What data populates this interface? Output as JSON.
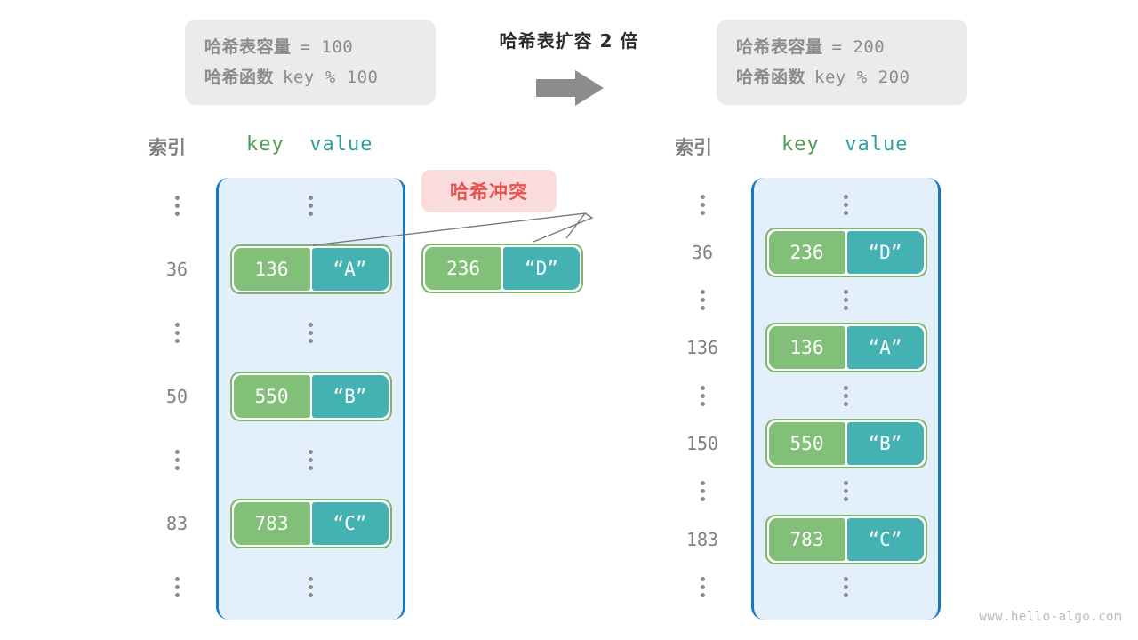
{
  "center": {
    "title": "哈希表扩容 2 倍",
    "arrow_icon": "arrow-right-icon"
  },
  "info_left": {
    "capacity_label": "哈希表容量",
    "capacity_value": "= 100",
    "hashfn_label": "哈希函数",
    "hashfn_value": "key % 100"
  },
  "info_right": {
    "capacity_label": "哈希表容量",
    "capacity_value": "= 200",
    "hashfn_label": "哈希函数",
    "hashfn_value": "key % 200"
  },
  "headers": {
    "index": "索引",
    "key": "key",
    "value": "value"
  },
  "collision": {
    "label": "哈希冲突"
  },
  "table_left": {
    "rows": [
      {
        "index": "",
        "dots": true,
        "key": "",
        "value": ""
      },
      {
        "index": "36",
        "dots": false,
        "key": "136",
        "value": "“A”"
      },
      {
        "index": "",
        "dots": true,
        "key": "",
        "value": ""
      },
      {
        "index": "50",
        "dots": false,
        "key": "550",
        "value": "“B”"
      },
      {
        "index": "",
        "dots": true,
        "key": "",
        "value": ""
      },
      {
        "index": "83",
        "dots": false,
        "key": "783",
        "value": "“C”"
      },
      {
        "index": "",
        "dots": true,
        "key": "",
        "value": ""
      }
    ]
  },
  "overflow_entry": {
    "key": "236",
    "value": "“D”"
  },
  "table_right": {
    "rows": [
      {
        "index": "",
        "dots": true,
        "key": "",
        "value": ""
      },
      {
        "index": "36",
        "dots": false,
        "key": "236",
        "value": "“D”"
      },
      {
        "index": "",
        "dots": true,
        "key": "",
        "value": ""
      },
      {
        "index": "136",
        "dots": false,
        "key": "136",
        "value": "“A”"
      },
      {
        "index": "",
        "dots": true,
        "key": "",
        "value": ""
      },
      {
        "index": "150",
        "dots": false,
        "key": "550",
        "value": "“B”"
      },
      {
        "index": "",
        "dots": true,
        "key": "",
        "value": ""
      },
      {
        "index": "183",
        "dots": false,
        "key": "783",
        "value": "“C”"
      },
      {
        "index": "",
        "dots": true,
        "key": "",
        "value": ""
      }
    ]
  },
  "watermark": {
    "text": "www.hello-algo.com"
  },
  "colors": {
    "table_bg": "#e3f0fb",
    "table_border": "#1578c2",
    "key_cell": "#82bf78",
    "value_cell": "#44b2b2",
    "pair_border": "#7fb36e",
    "callout_bg": "#fbdcdc",
    "callout_text": "#e8524f",
    "info_bg": "#ebebeb",
    "muted_text": "#8c8c8c"
  }
}
